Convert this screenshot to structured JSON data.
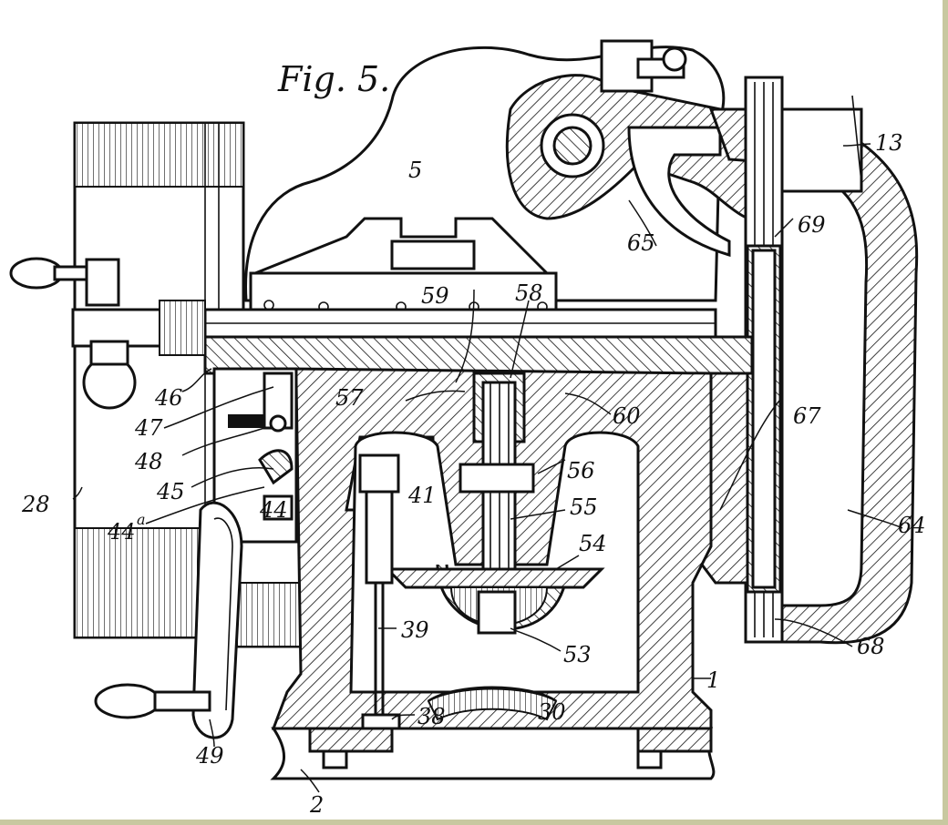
{
  "figure": {
    "title": "Fig. 5.",
    "reference_numerals": [
      "1",
      "2",
      "5",
      "13",
      "28",
      "30",
      "38",
      "39",
      "41",
      "44",
      "44a",
      "45",
      "46",
      "47",
      "48",
      "49",
      "53",
      "54",
      "55",
      "56",
      "57",
      "58",
      "59",
      "60",
      "64",
      "65",
      "67",
      "68",
      "69"
    ]
  },
  "labels": {
    "n1": "1",
    "n2": "2",
    "n5": "5",
    "n13": "13",
    "n28": "28",
    "n30": "30",
    "n38": "38",
    "n39": "39",
    "n41": "41",
    "n44": "44",
    "n44a_base": "44",
    "n44a_sup": "a",
    "n45": "45",
    "n46": "46",
    "n47": "47",
    "n48": "48",
    "n49": "49",
    "n53": "53",
    "n54": "54",
    "n55": "55",
    "n56": "56",
    "n57": "57",
    "n58": "58",
    "n59": "59",
    "n60": "60",
    "n64": "64",
    "n65": "65",
    "n67": "67",
    "n68": "68",
    "n69": "69"
  },
  "colors": {
    "ink": "#111111",
    "paper": "#ffffff",
    "border": "#c8c8a0"
  }
}
